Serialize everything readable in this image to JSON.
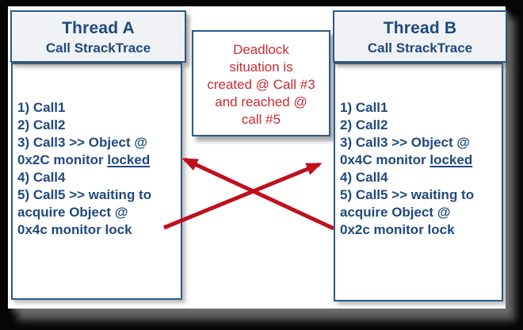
{
  "colors": {
    "navy_text": "#1f497d",
    "box_border": "#2d5986",
    "header_bg": "#f1f2f5",
    "note_red": "#cc2a33",
    "arrow_red": "#c00f1e",
    "canvas_bg": "#ffffff",
    "frame_bg": "#060606"
  },
  "thread_a": {
    "title": "Thread A",
    "subtitle": "Call StrackTrace",
    "stack_lines": [
      {
        "text": "1) Call1"
      },
      {
        "text": "2) Call2"
      },
      {
        "text": "3) Call3 >> Object @"
      },
      {
        "text": "0x2C monitor ",
        "underline": "locked"
      },
      {
        "text": "4) Call4"
      },
      {
        "text": "5) Call5 >> waiting to"
      },
      {
        "text": "acquire Object @"
      },
      {
        "text": "0x4c monitor lock"
      }
    ]
  },
  "thread_b": {
    "title": "Thread B",
    "subtitle": "Call StrackTrace",
    "stack_lines": [
      {
        "text": "1) Call1"
      },
      {
        "text": "2) Call2"
      },
      {
        "text": "3) Call3 >> Object @"
      },
      {
        "text": "0x4C monitor ",
        "underline": "locked"
      },
      {
        "text": "4) Call4"
      },
      {
        "text": "5) Call5 >> waiting to"
      },
      {
        "text": "acquire Object @"
      },
      {
        "text": "0x2c monitor lock"
      }
    ]
  },
  "note": {
    "lines": [
      "Deadlock",
      "situation is",
      "created @ Call #3",
      "and reached @",
      "call #5"
    ]
  }
}
